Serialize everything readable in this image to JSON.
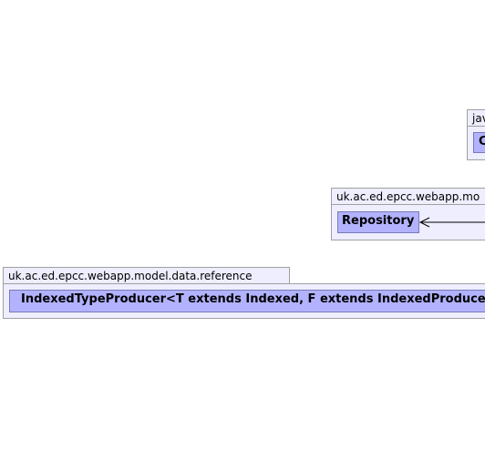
{
  "diagram": {
    "packages": [
      {
        "id": "java_pkg",
        "label": "jav",
        "class_label": "C"
      },
      {
        "id": "model_pkg",
        "label": "uk.ac.ed.epcc.webapp.mo",
        "class_label": "Repository"
      },
      {
        "id": "reference_pkg",
        "label": "uk.ac.ed.epcc.webapp.model.data.reference",
        "class_label": "IndexedTypeProducer<T extends Indexed, F extends IndexedProduce"
      }
    ],
    "colors": {
      "package_fill": "#eeeeff",
      "package_border": "#a0a0a0",
      "class_fill": "#b2b2ff",
      "class_border": "#7a7ab8",
      "edge": "#000000"
    }
  }
}
